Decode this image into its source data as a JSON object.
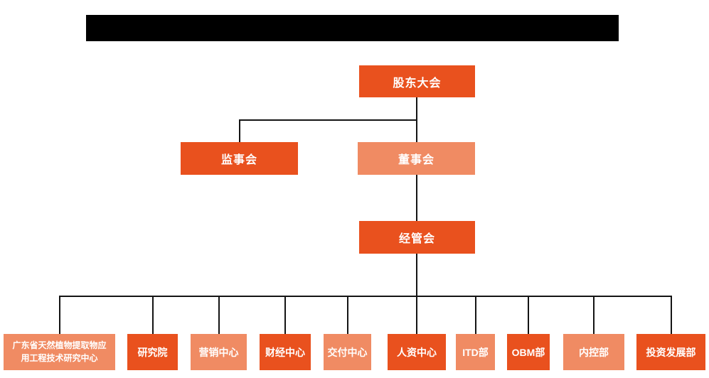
{
  "colors": {
    "node_dark": "#E9511E",
    "node_light": "#F08B63",
    "connector": "#141414",
    "title_bar": "#000000",
    "node_text": "#FFFFFF",
    "background": "#FFFFFF"
  },
  "org_chart": {
    "root": {
      "label": "股东大会",
      "variant": "dark"
    },
    "level2": [
      {
        "label": "监事会",
        "variant": "dark"
      },
      {
        "label": "董事会",
        "variant": "light"
      }
    ],
    "level3": [
      {
        "label": "经管会",
        "variant": "dark"
      }
    ],
    "departments": [
      {
        "label": "广东省天然植物提取物应用工程技术研究中心",
        "variant": "light"
      },
      {
        "label": "研究院",
        "variant": "dark"
      },
      {
        "label": "营销中心",
        "variant": "light"
      },
      {
        "label": "财经中心",
        "variant": "dark"
      },
      {
        "label": "交付中心",
        "variant": "light"
      },
      {
        "label": "人资中心",
        "variant": "dark"
      },
      {
        "label": "ITD部",
        "variant": "light"
      },
      {
        "label": "OBM部",
        "variant": "dark"
      },
      {
        "label": "内控部",
        "variant": "light"
      },
      {
        "label": "投资发展部",
        "variant": "dark"
      }
    ]
  }
}
